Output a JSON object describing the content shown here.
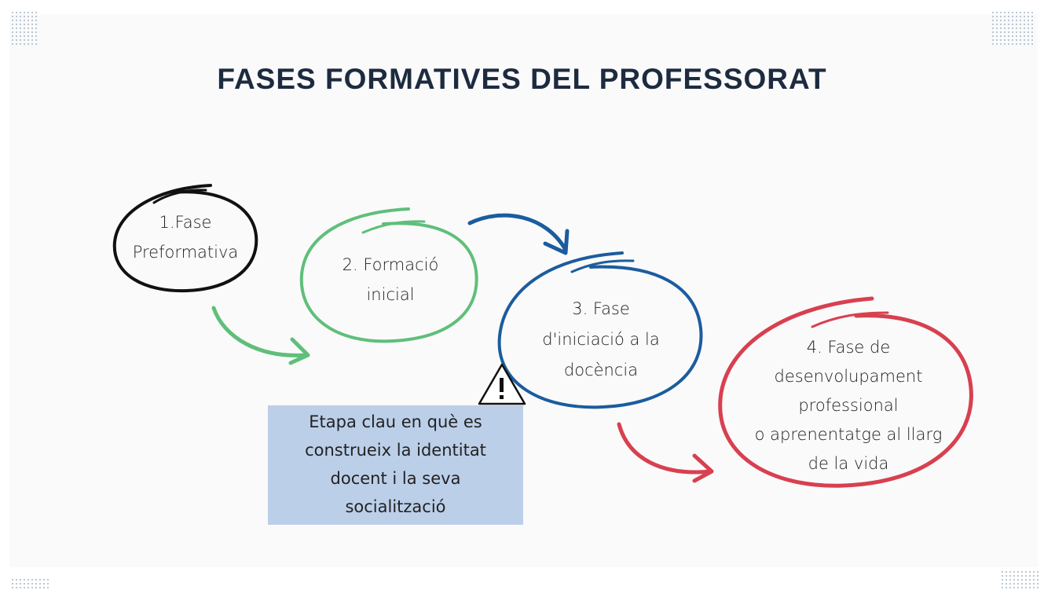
{
  "title": "FASES FORMATIVES DEL PROFESSORAT",
  "phases": [
    {
      "lines": [
        "1.Fase",
        "Preformativa"
      ],
      "color": "#111111"
    },
    {
      "lines": [
        "2. Formació",
        "inicial"
      ],
      "color": "#5fbf7a"
    },
    {
      "lines": [
        "3. Fase",
        "d'iniciació a la",
        "docència"
      ],
      "color": "#1b5c9e"
    },
    {
      "lines": [
        "4. Fase de",
        "desenvolupament",
        "professional",
        "o aprenentatge al llarg",
        "de la vida"
      ],
      "color": "#d8404f"
    }
  ],
  "note": {
    "lines": [
      "Etapa clau en què es",
      "construeix la identitat",
      "docent i la seva",
      "socialització"
    ],
    "background": "#bccfe9"
  },
  "icons": {
    "warning": "warning-triangle-icon",
    "dots": "dot-grid-decoration"
  }
}
